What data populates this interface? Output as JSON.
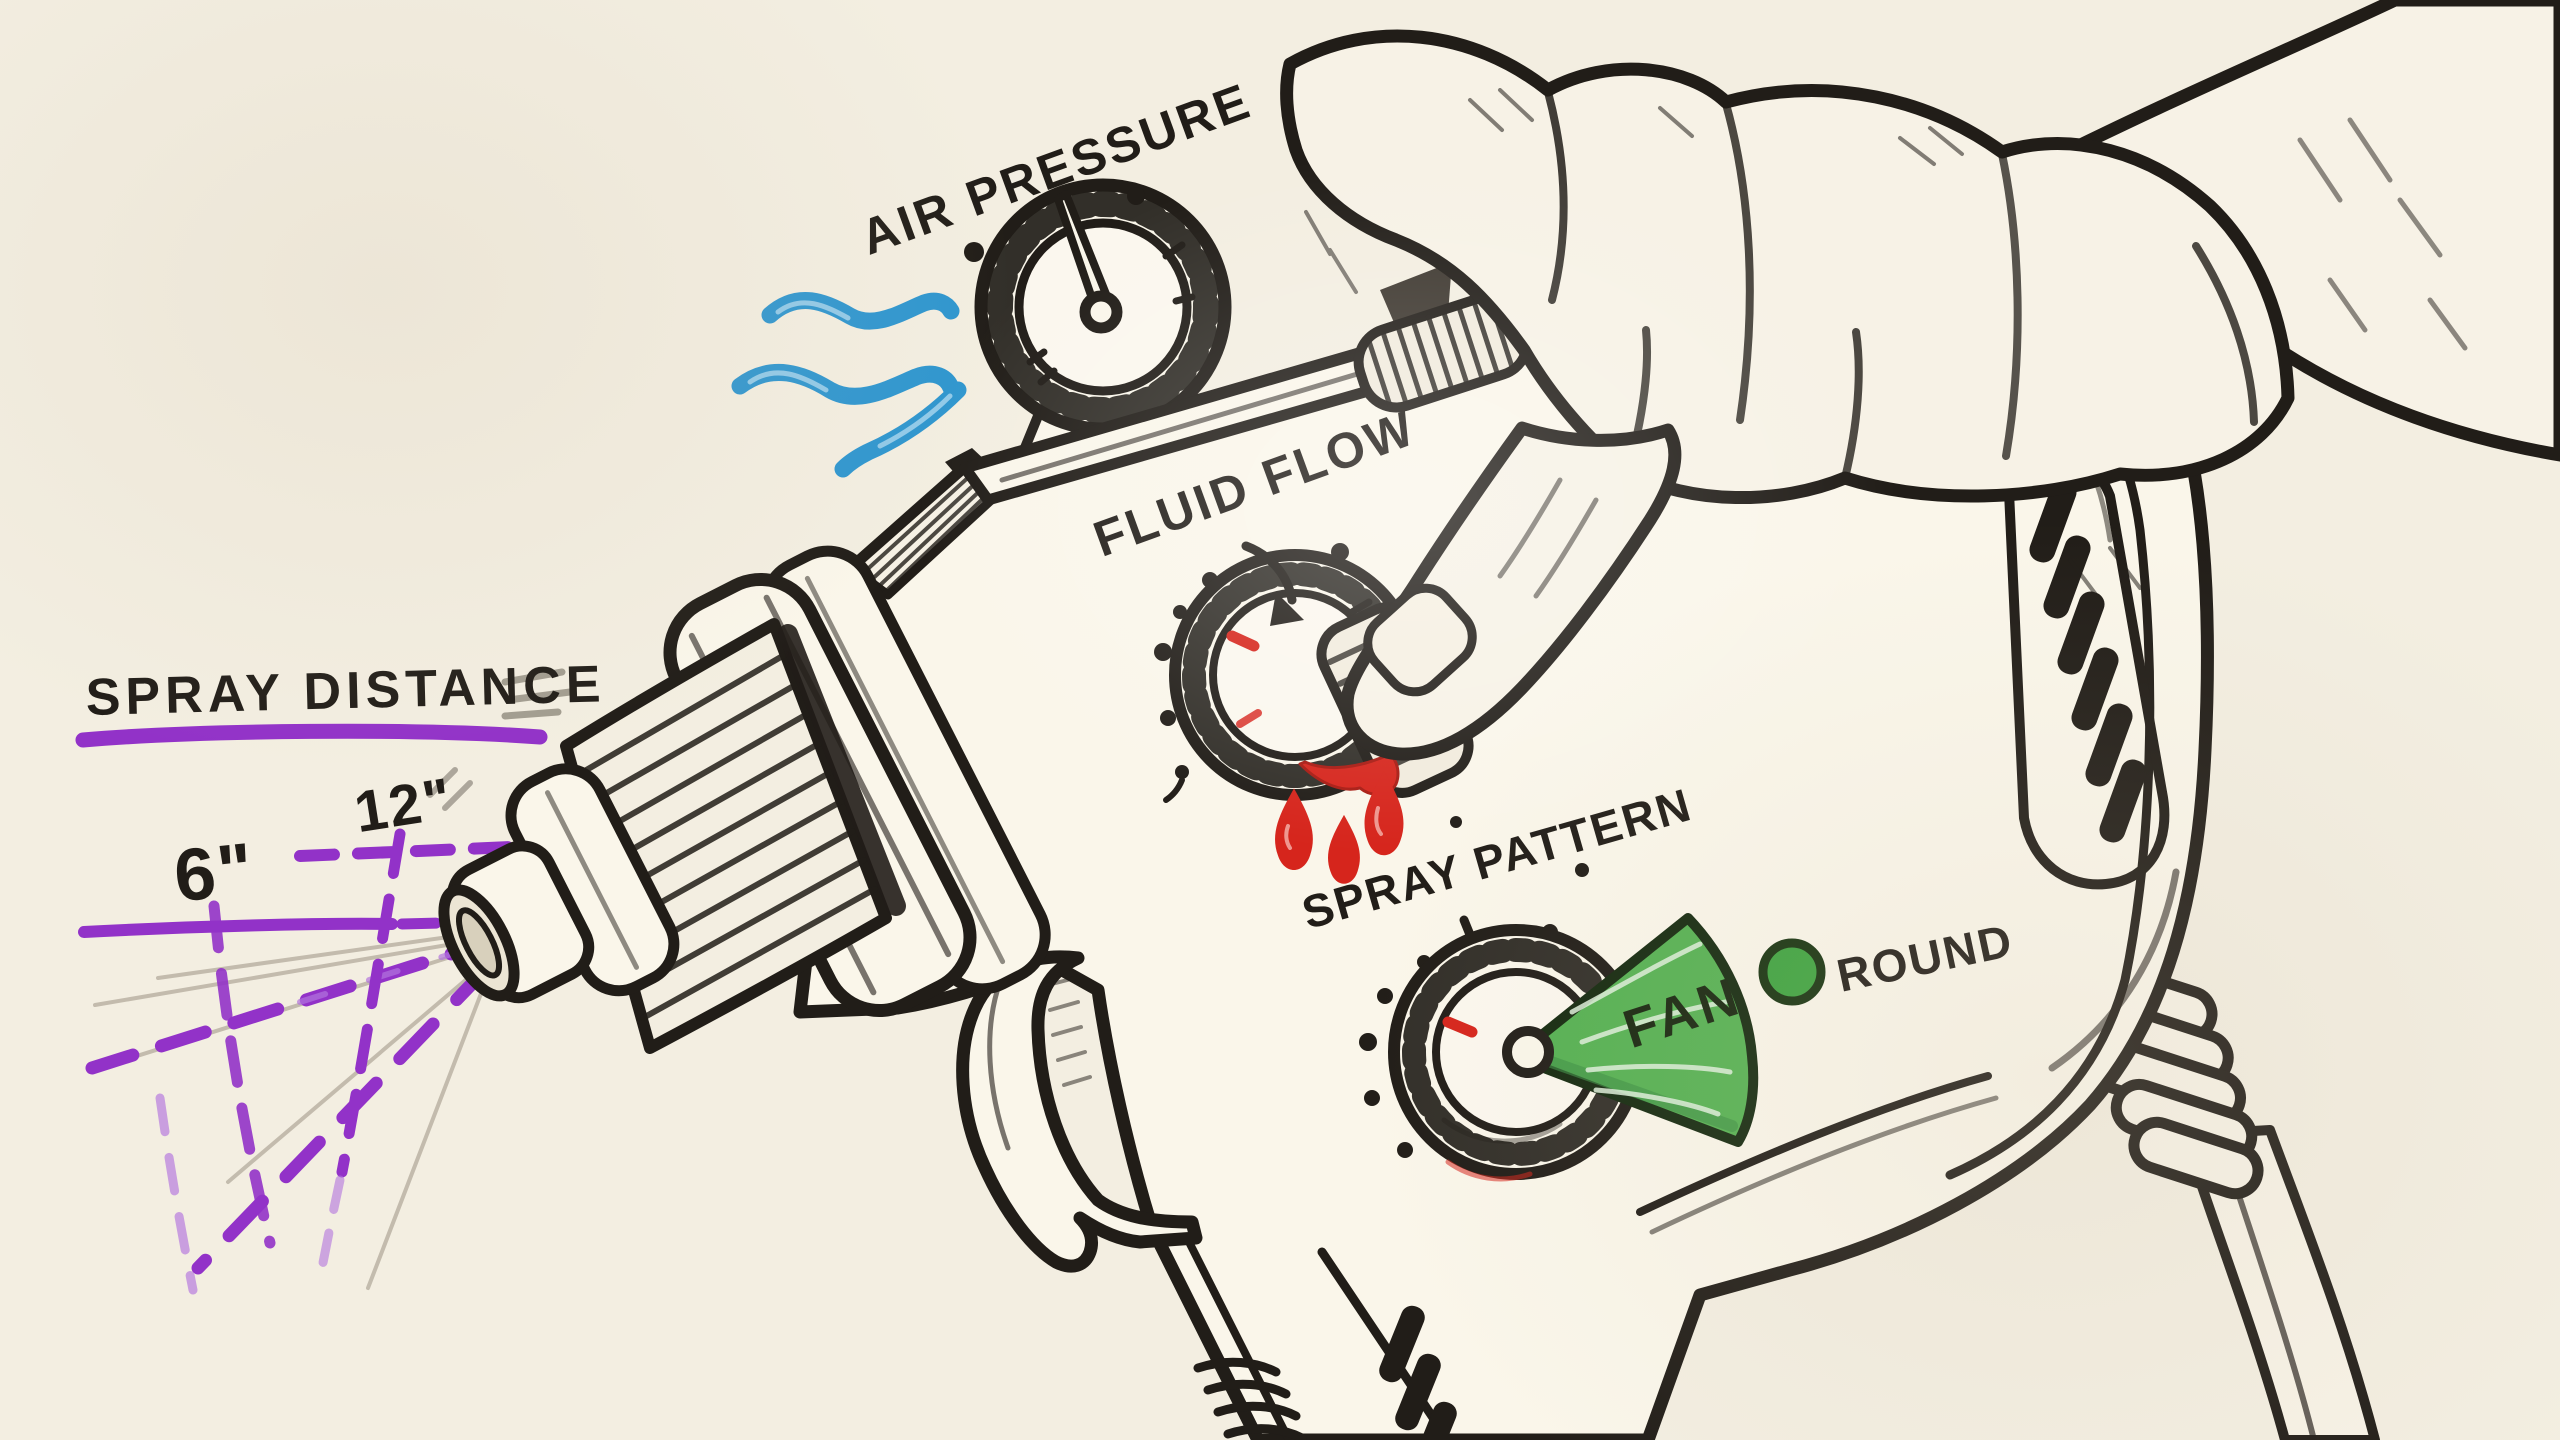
{
  "labels": {
    "air_pressure": "AIR PRESSURE",
    "fluid_flow": "FLUID FLOW",
    "spray_pattern": "SPRAY PATTERN",
    "fan": "FAN",
    "round": "ROUND",
    "spray_distance": "SPRAY DISTANCE",
    "distance_near": "6\"",
    "distance_far": "12\""
  },
  "spray_pattern_options": [
    {
      "label": "FAN"
    },
    {
      "label": "ROUND"
    }
  ],
  "distance_markers": [
    {
      "label": "6\""
    },
    {
      "label": "12\""
    }
  ],
  "colors": {
    "paper": "#f3eee1",
    "ink": "#211d18",
    "air_blue": "#2f96cf",
    "fluid_red": "#d6251c",
    "fan_green": "#55b152",
    "round_green": "#3da33f",
    "distance_purple": "#9232c8"
  },
  "icons": {
    "air_flow": "wavy-air-lines-icon",
    "pressure_gauge": "dial-gauge-icon",
    "fluid_drips": "paint-drip-icon",
    "fluid_knob": "knurled-knob-icon",
    "pattern_knob": "knurled-knob-icon",
    "fan_cone": "spray-fan-cone-icon",
    "round_indicator": "round-dot-icon",
    "spray_cone": "dashed-spray-cone-icon",
    "hand": "gripping-hand-illustration"
  }
}
